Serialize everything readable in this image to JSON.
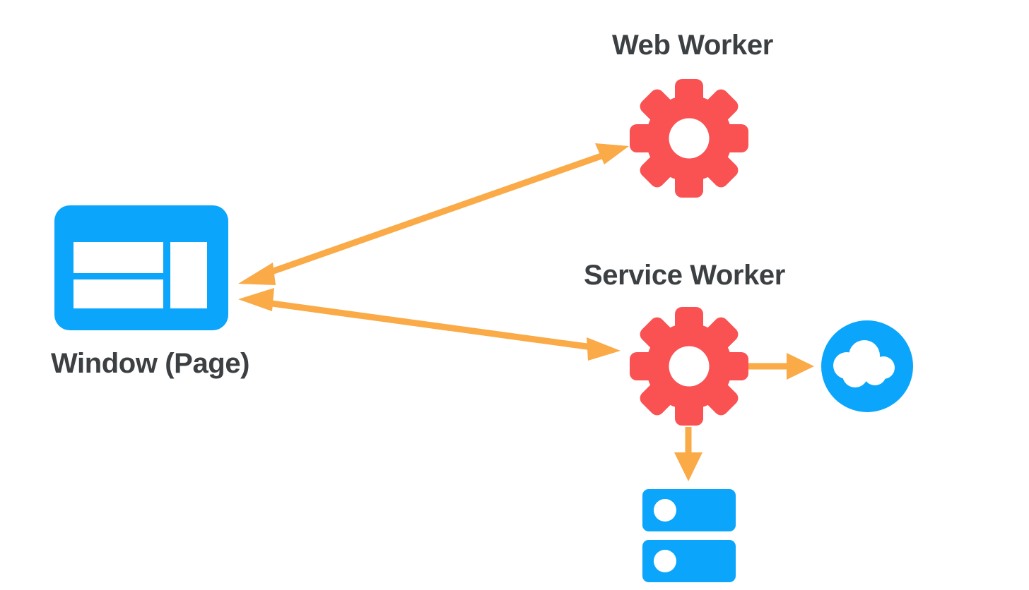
{
  "diagram": {
    "title": "Web Worker and Service Worker architecture",
    "background": "#FFFFFF",
    "colors": {
      "blue": "#0BA5FC",
      "red": "#FA5153",
      "orange": "#FAAA46",
      "text": "#3C4043",
      "white": "#FFFFFF"
    },
    "nodes": [
      {
        "id": "window",
        "label": "Window (Page)",
        "icon": "browser-window-icon",
        "color": "#0BA5FC",
        "label_position": "below"
      },
      {
        "id": "web-worker",
        "label": "Web Worker",
        "icon": "gear-icon",
        "color": "#FA5153",
        "label_position": "above"
      },
      {
        "id": "service-worker",
        "label": "Service Worker",
        "icon": "gear-icon",
        "color": "#FA5153",
        "label_position": "above"
      },
      {
        "id": "cloud",
        "label": "",
        "icon": "cloud-icon",
        "color": "#0BA5FC",
        "label_position": "none"
      },
      {
        "id": "database",
        "label": "",
        "icon": "database-icon",
        "color": "#0BA5FC",
        "label_position": "none"
      }
    ],
    "edges": [
      {
        "id": "window-web-worker",
        "from": "window",
        "to": "web-worker",
        "direction": "bidirectional",
        "color": "#FAAA46"
      },
      {
        "id": "window-service-worker",
        "from": "window",
        "to": "service-worker",
        "direction": "bidirectional",
        "color": "#FAAA46"
      },
      {
        "id": "service-worker-cloud",
        "from": "service-worker",
        "to": "cloud",
        "direction": "forward",
        "color": "#FAAA46"
      },
      {
        "id": "service-worker-database",
        "from": "service-worker",
        "to": "database",
        "direction": "forward",
        "color": "#FAAA46"
      }
    ]
  },
  "labels": {
    "web_worker": "Web Worker",
    "service_worker": "Service Worker",
    "window_page": "Window (Page)"
  }
}
